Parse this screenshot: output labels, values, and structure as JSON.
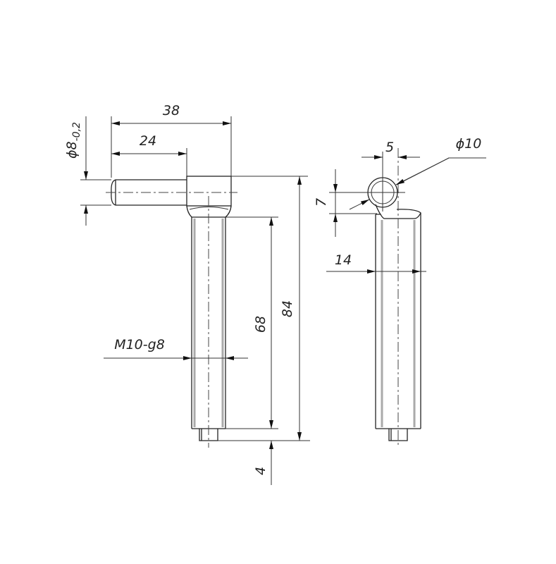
{
  "drawing": {
    "title": "L-shaped threaded pin drawing",
    "front_view": {
      "dim_overall_length": "38",
      "dim_pin_length": "24",
      "dim_pin_diameter": "ϕ8",
      "dim_pin_diameter_tolerance": "-0,2",
      "dim_total_height": "84",
      "dim_shaft_length": "68",
      "dim_tip_length": "4",
      "thread_label": "M10-g8"
    },
    "side_view": {
      "dim_offset": "5",
      "dim_hole_diameter": "ϕ10",
      "dim_hole_height": "7",
      "dim_width": "14"
    }
  }
}
